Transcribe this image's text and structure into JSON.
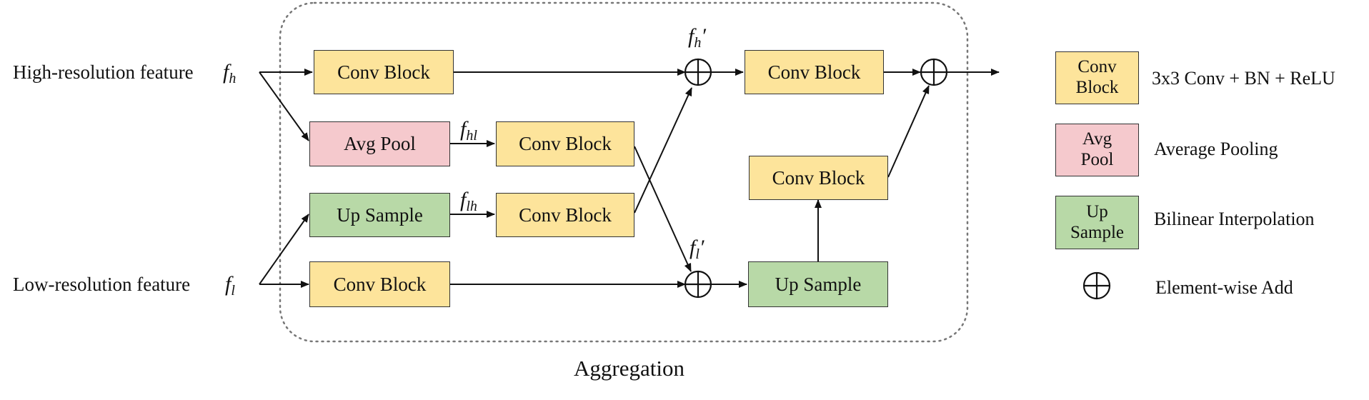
{
  "inputs": {
    "high_label": "High-resolution feature",
    "high_symbol": "f",
    "high_sub": "h",
    "low_label": "Low-resolution feature",
    "low_symbol": "f",
    "low_sub": "l"
  },
  "blocks": {
    "conv": "Conv Block",
    "avg_pool": "Avg Pool",
    "up_sample": "Up Sample"
  },
  "symbols": {
    "f_hl": "f",
    "f_hl_sub": "hl",
    "f_lh": "f",
    "f_lh_sub": "lh",
    "f_h_prime": "f",
    "f_h_prime_sub": "h",
    "f_l_prime": "f",
    "f_l_prime_sub": "l",
    "prime": "′"
  },
  "aggregation_label": "Aggregation",
  "legend": {
    "conv_box": "Conv Block",
    "conv_desc": "3x3 Conv + BN + ReLU",
    "pool_box": "Avg Pool",
    "pool_desc": "Average Pooling",
    "up_box": "Up Sample",
    "up_desc": "Bilinear Interpolation",
    "add_desc": "Element-wise Add"
  },
  "colors": {
    "conv": "#fde49b",
    "pool": "#f5c9cd",
    "upsample": "#b8d9a7"
  }
}
